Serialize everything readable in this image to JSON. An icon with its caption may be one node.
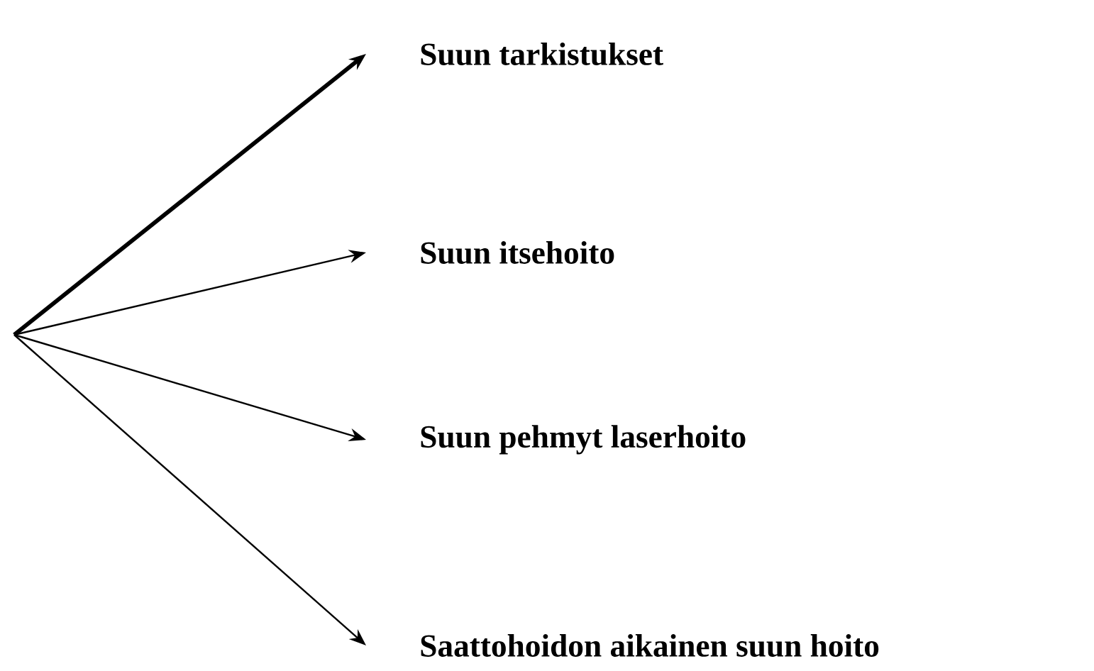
{
  "diagram": {
    "nodes": [
      {
        "text": [
          "Suun tarkistukset"
        ]
      },
      {
        "text": [
          "Suun itsehoito"
        ]
      },
      {
        "text": [
          "Suun pehmyt laserhoito"
        ]
      },
      {
        "text": [
          "Saattohoidon aikainen suun hoito"
        ]
      }
    ],
    "edges": [
      {
        "from": null,
        "to": 0,
        "arrow": "to",
        "style": "thick"
      },
      {
        "from": null,
        "to": 1,
        "arrow": "to"
      },
      {
        "from": null,
        "to": 2,
        "arrow": "to"
      },
      {
        "from": null,
        "to": 3,
        "arrow": "to"
      }
    ]
  }
}
